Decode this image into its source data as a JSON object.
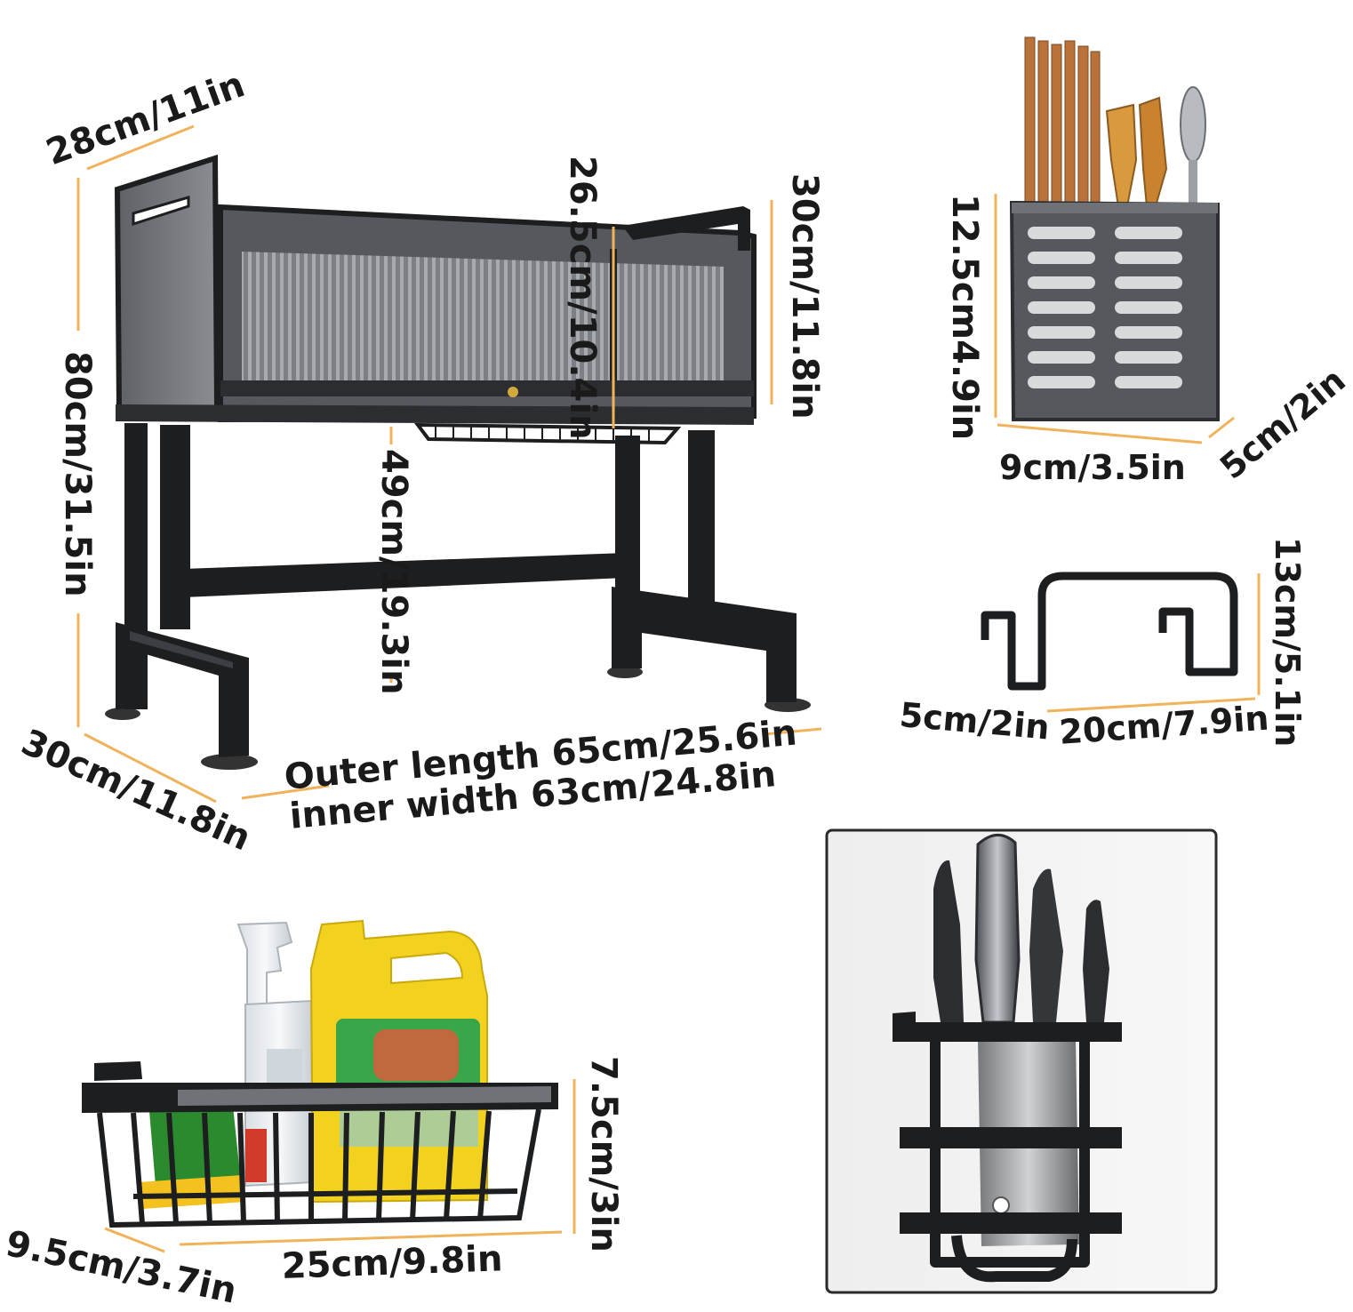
{
  "colors": {
    "dimension_line": "#f0b25a",
    "frame": "#1d1e20",
    "panel": "#6c7075",
    "text": "#1a1a1a",
    "wood": "#b9733a",
    "yellow": "#f3d21f",
    "green": "#3aa64a",
    "knife_box_border": "#2a2a2a"
  },
  "main_rack": {
    "depth_top": "28cm/11in",
    "total_height": "80cm/31.5in",
    "cabinet_inner_height": "26.5cm/10.4in",
    "cabinet_outer_height": "30cm/11.8in",
    "clearance_height": "49cm/19.3in",
    "depth_bottom": "30cm/11.8in",
    "outer_length": "Outer length 65cm/25.6in",
    "inner_width": "inner width 63cm/24.8in"
  },
  "utensil_holder": {
    "height": "12.5cm4.9in",
    "width": "9cm/3.5in",
    "depth": "5cm/2in"
  },
  "hook": {
    "height": "13cm/5.1in",
    "depth": "5cm/2in",
    "width": "20cm/7.9in"
  },
  "basket": {
    "height": "7.5cm/3in",
    "depth": "9.5cm/3.7in",
    "width": "25cm/9.8in"
  },
  "knife_holder": {}
}
